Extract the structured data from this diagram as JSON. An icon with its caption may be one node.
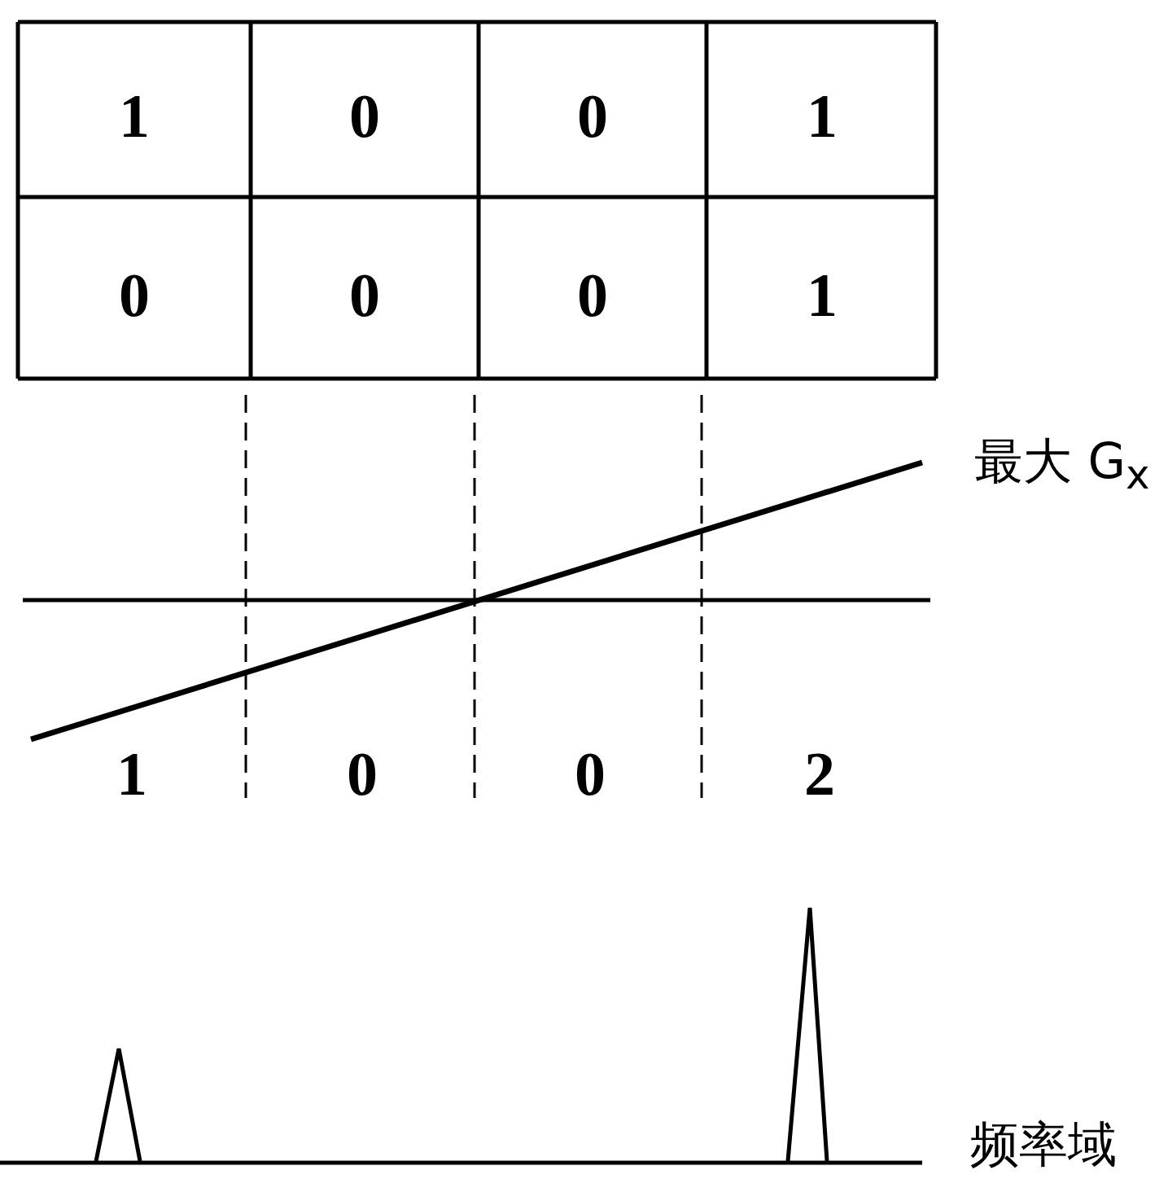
{
  "diagram": {
    "labels": [
      "1",
      "0",
      "0",
      "1",
      "0",
      "0",
      "0",
      "1",
      "最大 G$_{x}$",
      "1",
      "0",
      "0",
      "2",
      "频率域"
    ]
  }
}
